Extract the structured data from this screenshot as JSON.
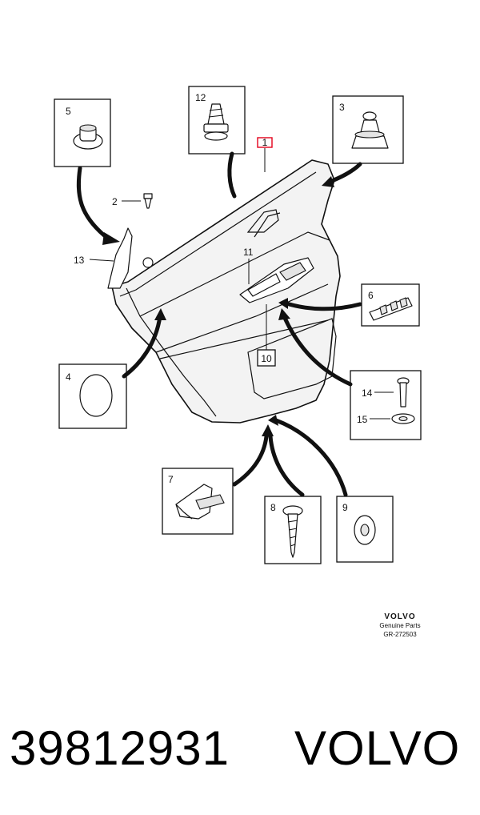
{
  "diagram": {
    "callouts": {
      "c1": "1",
      "c2": "2",
      "c3": "3",
      "c4": "4",
      "c5": "5",
      "c6": "6",
      "c7": "7",
      "c8": "8",
      "c9": "9",
      "c10": "10",
      "c11": "11",
      "c12": "12",
      "c13": "13",
      "c14": "14",
      "c15": "15"
    },
    "highlight_color": "#e3001b"
  },
  "brand": {
    "logo": "VOLVO",
    "subtitle": "Genuine Parts",
    "ref": "GR-272503"
  },
  "footer": {
    "part_number": "39812931",
    "make": "VOLVO"
  }
}
